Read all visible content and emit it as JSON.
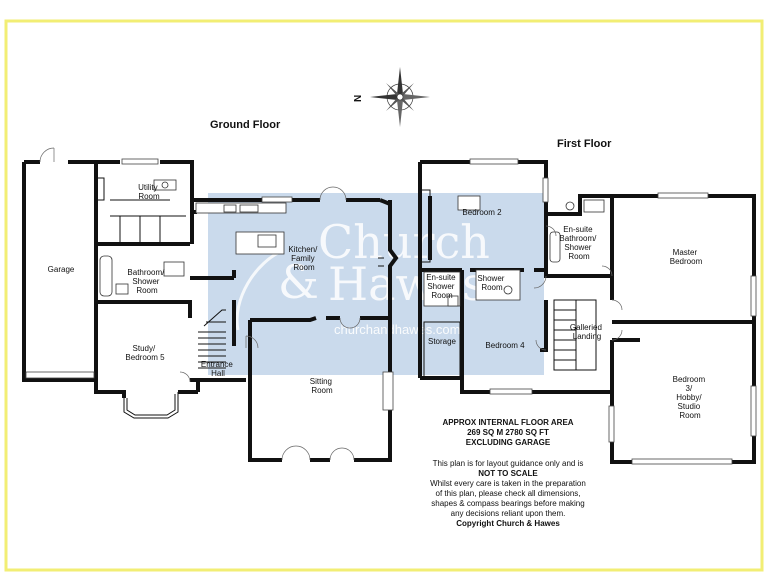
{
  "floors": {
    "ground": {
      "title": "Ground Floor"
    },
    "first": {
      "title": "First Floor"
    }
  },
  "compass": {
    "north_label": "N"
  },
  "rooms": {
    "garage": "Garage",
    "utility": [
      "Utility",
      "Room"
    ],
    "bathroom_ground": [
      "Bathroom/",
      "Shower",
      "Room"
    ],
    "study": [
      "Study/",
      "Bedroom 5"
    ],
    "entrance": [
      "Entrance",
      "Hall"
    ],
    "kitchen": [
      "Kitchen/",
      "Family",
      "Room"
    ],
    "sitting": [
      "Sitting",
      "Room"
    ],
    "bedroom2": "Bedroom 2",
    "ensuite_b2": [
      "En-suite",
      "Shower",
      "Room"
    ],
    "shower_room": [
      "Shower",
      "Room"
    ],
    "storage": "Storage",
    "bedroom4": "Bedroom 4",
    "ensuite_master": [
      "En-suite",
      "Bathroom/",
      "Shower",
      "Room"
    ],
    "master": [
      "Master",
      "Bedroom"
    ],
    "landing": [
      "Galleried",
      "Landing"
    ],
    "bedroom3": [
      "Bedroom",
      "3/",
      "Hobby/",
      "Studio",
      "Room"
    ]
  },
  "area_info": {
    "line1": "APPROX INTERNAL FLOOR AREA",
    "line2": "269 SQ M  2780 SQ FT",
    "line3": "EXCLUDING GARAGE"
  },
  "disclaimer": {
    "line1": "This plan is for layout guidance only and is",
    "line2": "NOT TO SCALE",
    "line3": "Whilst every care is taken in the preparation",
    "line4": "of this plan, please check all dimensions,",
    "line5": "shapes & compass bearings before making",
    "line6": "any decisions reliant upon them.",
    "line7": "Copyright Church & Hawes"
  },
  "watermark": {
    "brand_line1": "Church",
    "brand_amp": "&",
    "brand_line2": "Hawes",
    "url": "churchandhawes.com"
  },
  "colors": {
    "border": "#f2ee74",
    "wall": "#111111",
    "watermark_panel": "#b8cde6"
  }
}
